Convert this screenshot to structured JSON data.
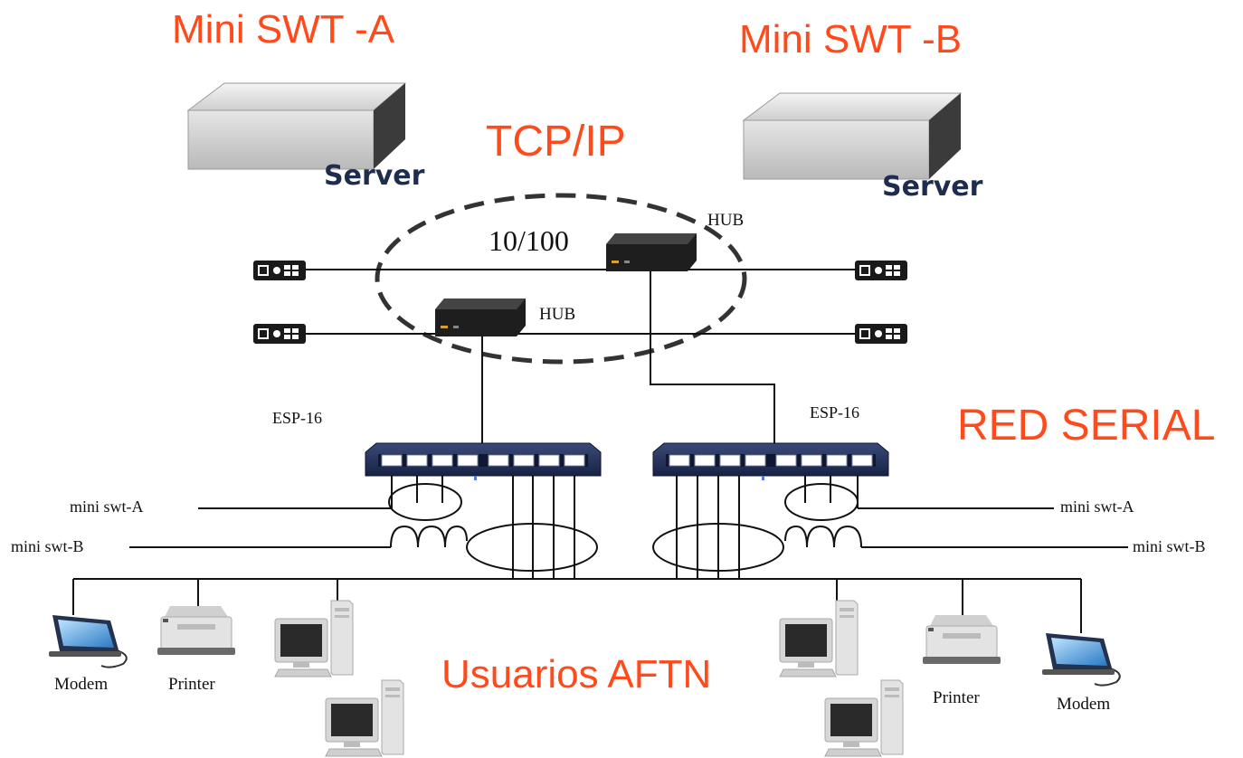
{
  "titles": {
    "mini_swt_a": "Mini SWT -A",
    "mini_swt_b": "Mini SWT -B",
    "tcp_ip": "TCP/IP",
    "red_serial": "RED SERIAL",
    "usuarios_aftn": "Usuarios AFTN"
  },
  "servers": {
    "left": "Server",
    "right": "Server"
  },
  "network": {
    "speed": "10/100",
    "hub_top": "HUB",
    "hub_bottom": "HUB"
  },
  "switches": {
    "left": "ESP-16",
    "right": "ESP-16"
  },
  "links": {
    "left_a": "mini swt-A",
    "left_b": "mini swt-B",
    "right_a": "mini swt-A",
    "right_b": "mini swt-B"
  },
  "devices": {
    "modem_left": "Modem",
    "printer_left": "Printer",
    "printer_right": "Printer",
    "modem_right": "Modem"
  },
  "colors": {
    "title": "#ff4a1c",
    "server_label": "#1e2c4e",
    "switch_body": "#1f2d52",
    "wire": "#111111"
  },
  "icons": [
    "server-icon",
    "hub-icon",
    "switch-icon",
    "modem-icon",
    "printer-icon",
    "computer-icon",
    "transceiver-icon"
  ]
}
